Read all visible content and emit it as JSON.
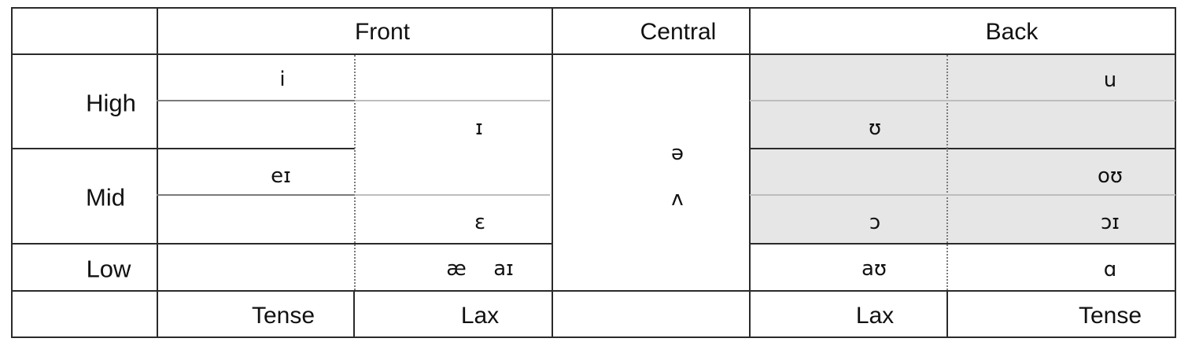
{
  "headers": {
    "front": "Front",
    "central": "Central",
    "back": "Back"
  },
  "rows": {
    "high": "High",
    "mid": "Mid",
    "low": "Low"
  },
  "footer": {
    "tense_front": "Tense",
    "lax_front": "Lax",
    "lax_back": "Lax",
    "tense_back": "Tense"
  },
  "vowels": {
    "i": "i",
    "small_cap_i": "ɪ",
    "ei": "eɪ",
    "epsilon": "ɛ",
    "ae": "æ",
    "ai": "aɪ",
    "schwa": "ə",
    "wedge": "ʌ",
    "u": "u",
    "upsilon": "ʊ",
    "ou": "oʊ",
    "open_o": "ɔ",
    "oi": "ɔɪ",
    "au": "aʊ",
    "script_a": "ɑ"
  },
  "colors": {
    "grid": "#2a2a2a",
    "shade": "#e6e6e6"
  }
}
